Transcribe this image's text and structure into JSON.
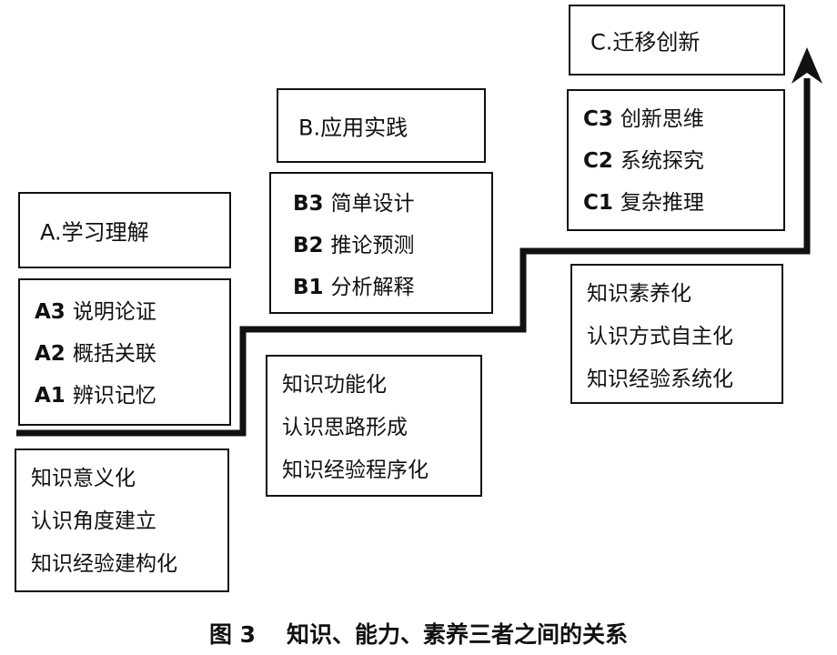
{
  "levels": {
    "a": {
      "title": "A.学习理解",
      "skills": [
        {
          "code": "A3",
          "text": "说明论证"
        },
        {
          "code": "A2",
          "text": "概括关联"
        },
        {
          "code": "A1",
          "text": "辨识记忆"
        }
      ],
      "knowledge": [
        "知识意义化",
        "认识角度建立",
        "知识经验建构化"
      ]
    },
    "b": {
      "title": "B.应用实践",
      "skills": [
        {
          "code": "B3",
          "text": "简单设计"
        },
        {
          "code": "B2",
          "text": "推论预测"
        },
        {
          "code": "B1",
          "text": "分析解释"
        }
      ],
      "knowledge": [
        "知识功能化",
        "认识思路形成",
        "知识经验程序化"
      ]
    },
    "c": {
      "title": "C.迁移创新",
      "skills": [
        {
          "code": "C3",
          "text": "创新思维"
        },
        {
          "code": "C2",
          "text": "系统探究"
        },
        {
          "code": "C1",
          "text": "复杂推理"
        }
      ],
      "knowledge": [
        "知识素养化",
        "认识方式自主化",
        "知识经验系统化"
      ]
    }
  },
  "caption": {
    "figure": "图 3",
    "text": "知识、能力、素养三者之间的关系"
  },
  "colors": {
    "line": "#111111",
    "background": "#ffffff"
  }
}
